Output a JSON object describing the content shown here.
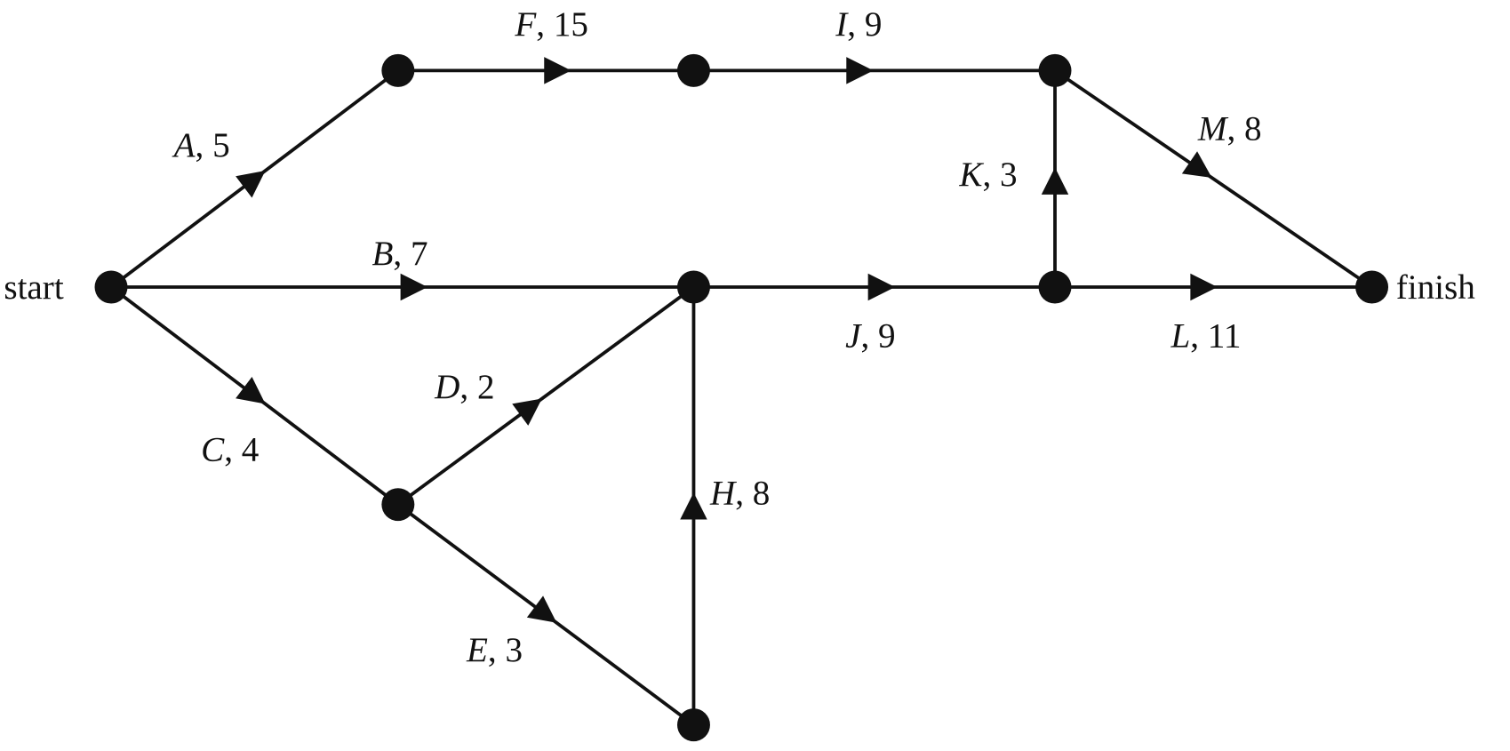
{
  "diagram": {
    "type": "activity-network",
    "start_label": "start",
    "finish_label": "finish",
    "nodes": [
      "start",
      "n1",
      "n2",
      "n3",
      "n4",
      "n5",
      "finish",
      "n6",
      "n7"
    ],
    "edges": [
      {
        "activity": "A",
        "duration": "5",
        "from": "start",
        "to": "n1"
      },
      {
        "activity": "F",
        "duration": "15",
        "from": "n1",
        "to": "n2"
      },
      {
        "activity": "I",
        "duration": "9",
        "from": "n2",
        "to": "n3"
      },
      {
        "activity": "M",
        "duration": "8",
        "from": "n3",
        "to": "finish"
      },
      {
        "activity": "K",
        "duration": "3",
        "from": "n5",
        "to": "n3"
      },
      {
        "activity": "B",
        "duration": "7",
        "from": "start",
        "to": "n4"
      },
      {
        "activity": "J",
        "duration": "9",
        "from": "n4",
        "to": "n5"
      },
      {
        "activity": "L",
        "duration": "11",
        "from": "n5",
        "to": "finish"
      },
      {
        "activity": "C",
        "duration": "4",
        "from": "start",
        "to": "n6"
      },
      {
        "activity": "D",
        "duration": "2",
        "from": "n6",
        "to": "n4"
      },
      {
        "activity": "E",
        "duration": "3",
        "from": "n6",
        "to": "n7"
      },
      {
        "activity": "H",
        "duration": "8",
        "from": "n7",
        "to": "n4"
      }
    ],
    "color": "#111111"
  }
}
